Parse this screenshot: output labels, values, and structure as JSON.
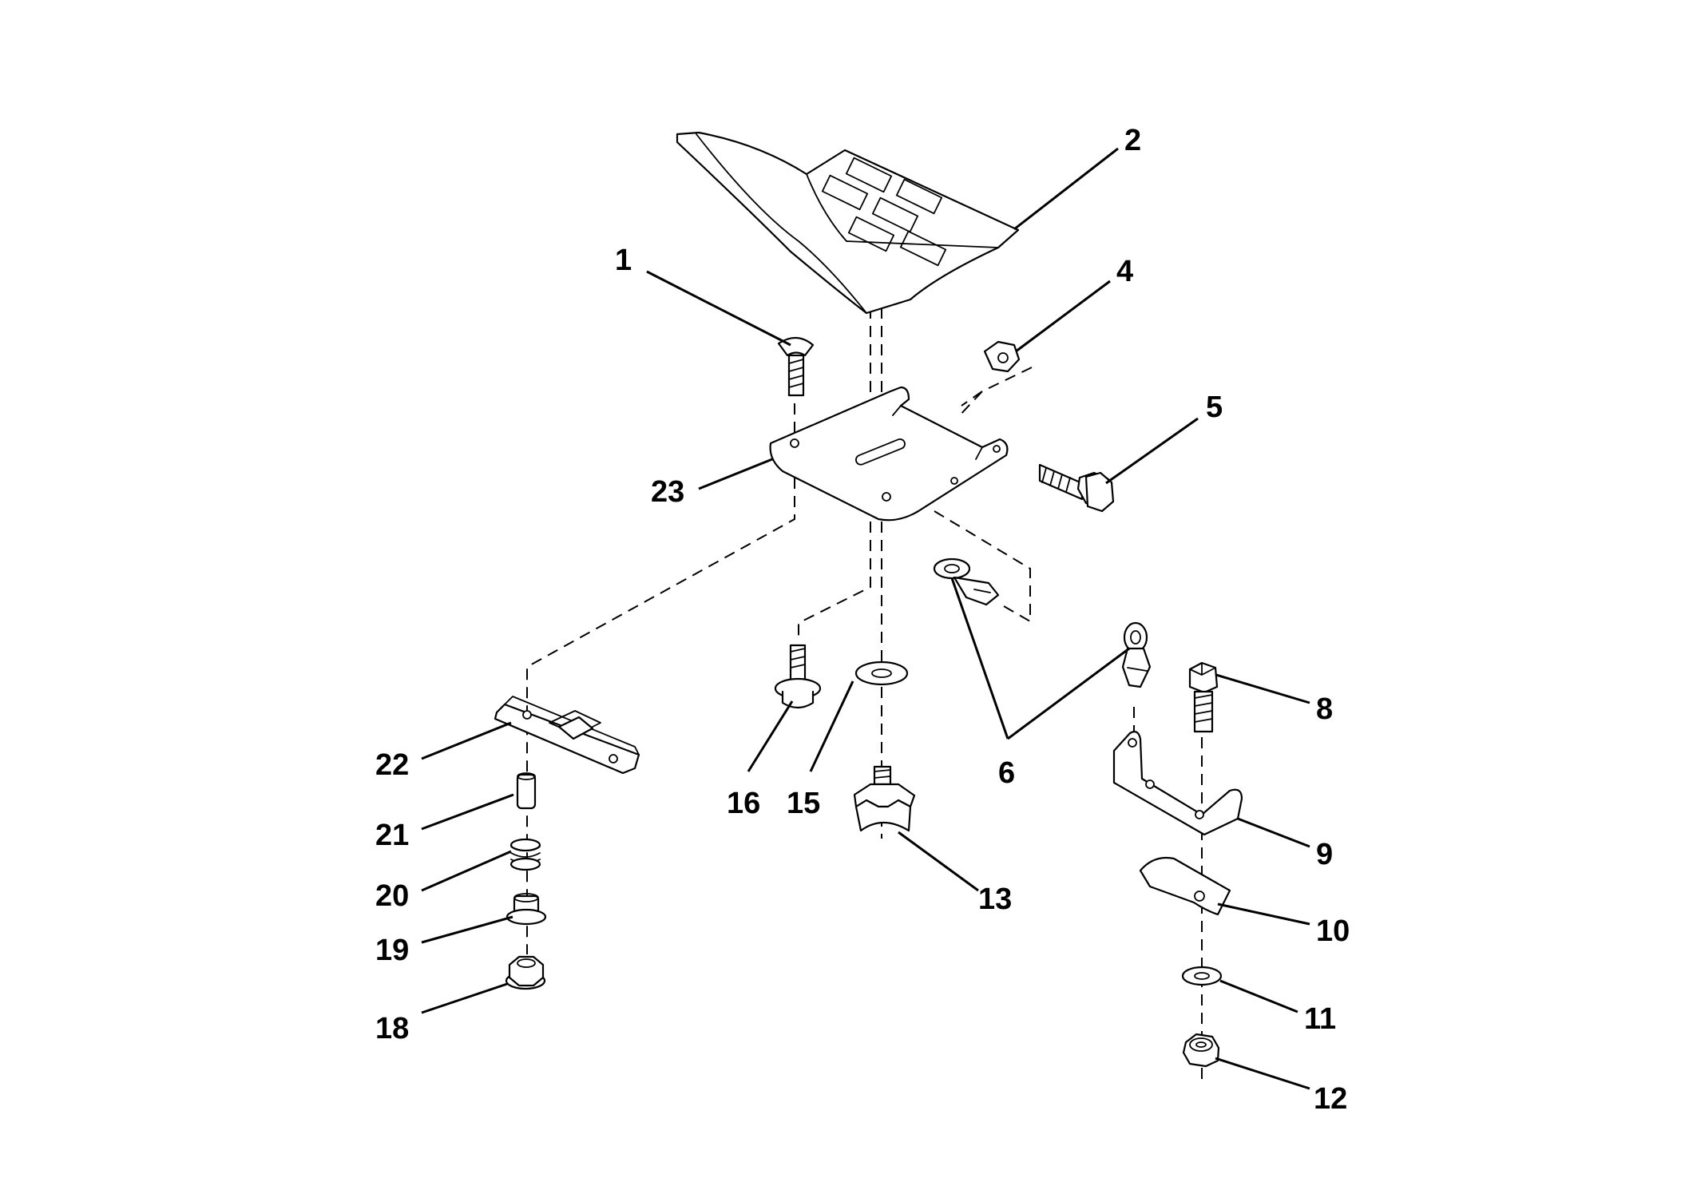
{
  "callouts": {
    "p1": "1",
    "p2": "2",
    "p4": "4",
    "p5": "5",
    "p6": "6",
    "p8": "8",
    "p9": "9",
    "p10": "10",
    "p11": "11",
    "p12": "12",
    "p13": "13",
    "p15": "15",
    "p16": "16",
    "p18": "18",
    "p19": "19",
    "p20": "20",
    "p21": "21",
    "p22": "22",
    "p23": "23"
  }
}
